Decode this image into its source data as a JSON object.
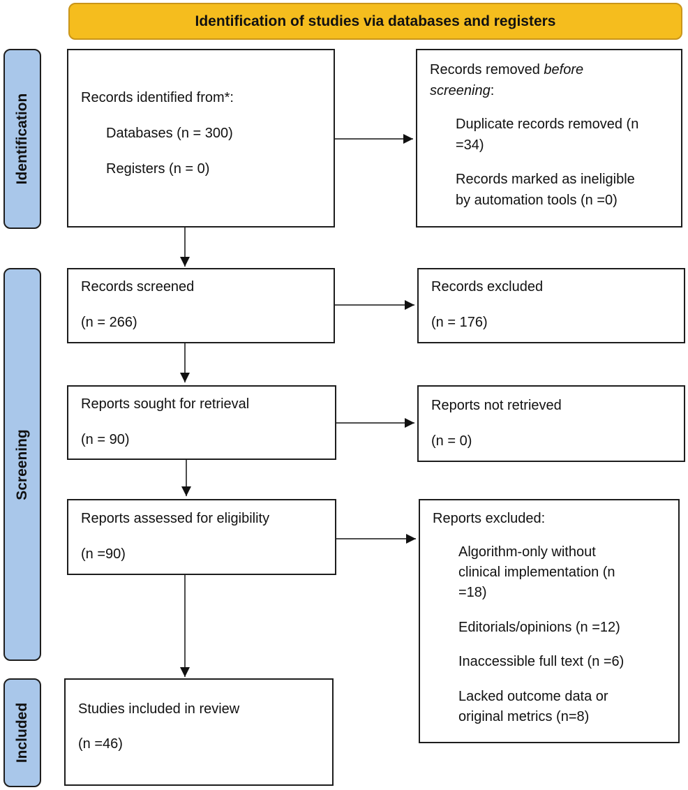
{
  "header": {
    "title": "Identification of studies via databases and registers"
  },
  "phases": {
    "identification": "Identification",
    "screening": "Screening",
    "included": "Included"
  },
  "identified": {
    "heading": "Records identified from*:",
    "databases": "Databases (n = 300)",
    "registers": "Registers (n = 0)"
  },
  "removed": {
    "heading_plain": "Records removed ",
    "heading_italic": "before",
    "heading_italic2": "screening",
    "heading_tail": ":",
    "duplicates_l1": "Duplicate records removed (n",
    "duplicates_l2": "=34)",
    "ineligible_l1": "Records marked as ineligible",
    "ineligible_l2": "by automation tools (n =0)"
  },
  "screened": {
    "label": "Records screened",
    "count": "(n = 266)"
  },
  "excluded": {
    "label": "Records excluded",
    "count": "(n = 176)"
  },
  "sought": {
    "label": "Reports sought for retrieval",
    "count": "(n = 90)"
  },
  "not_retrieved": {
    "label": "Reports not retrieved",
    "count": "(n = 0)"
  },
  "assessed": {
    "label": "Reports assessed for eligibility",
    "count": "(n =90)"
  },
  "reports_excluded": {
    "heading": "Reports excluded:",
    "algo_l1": "Algorithm-only without",
    "algo_l2": "clinical implementation (n",
    "algo_l3": "=18)",
    "editorials": "Editorials/opinions (n =12)",
    "inaccessible": "Inaccessible full text (n =6)",
    "lacked_l1": "Lacked outcome data or",
    "lacked_l2": "original metrics (n=8)"
  },
  "included_studies": {
    "label": "Studies included in review",
    "count": "(n =46)"
  },
  "colors": {
    "header_fill": "#f5bd1e",
    "phase_fill": "#a9c7ea",
    "stroke": "#1d1d1d"
  }
}
